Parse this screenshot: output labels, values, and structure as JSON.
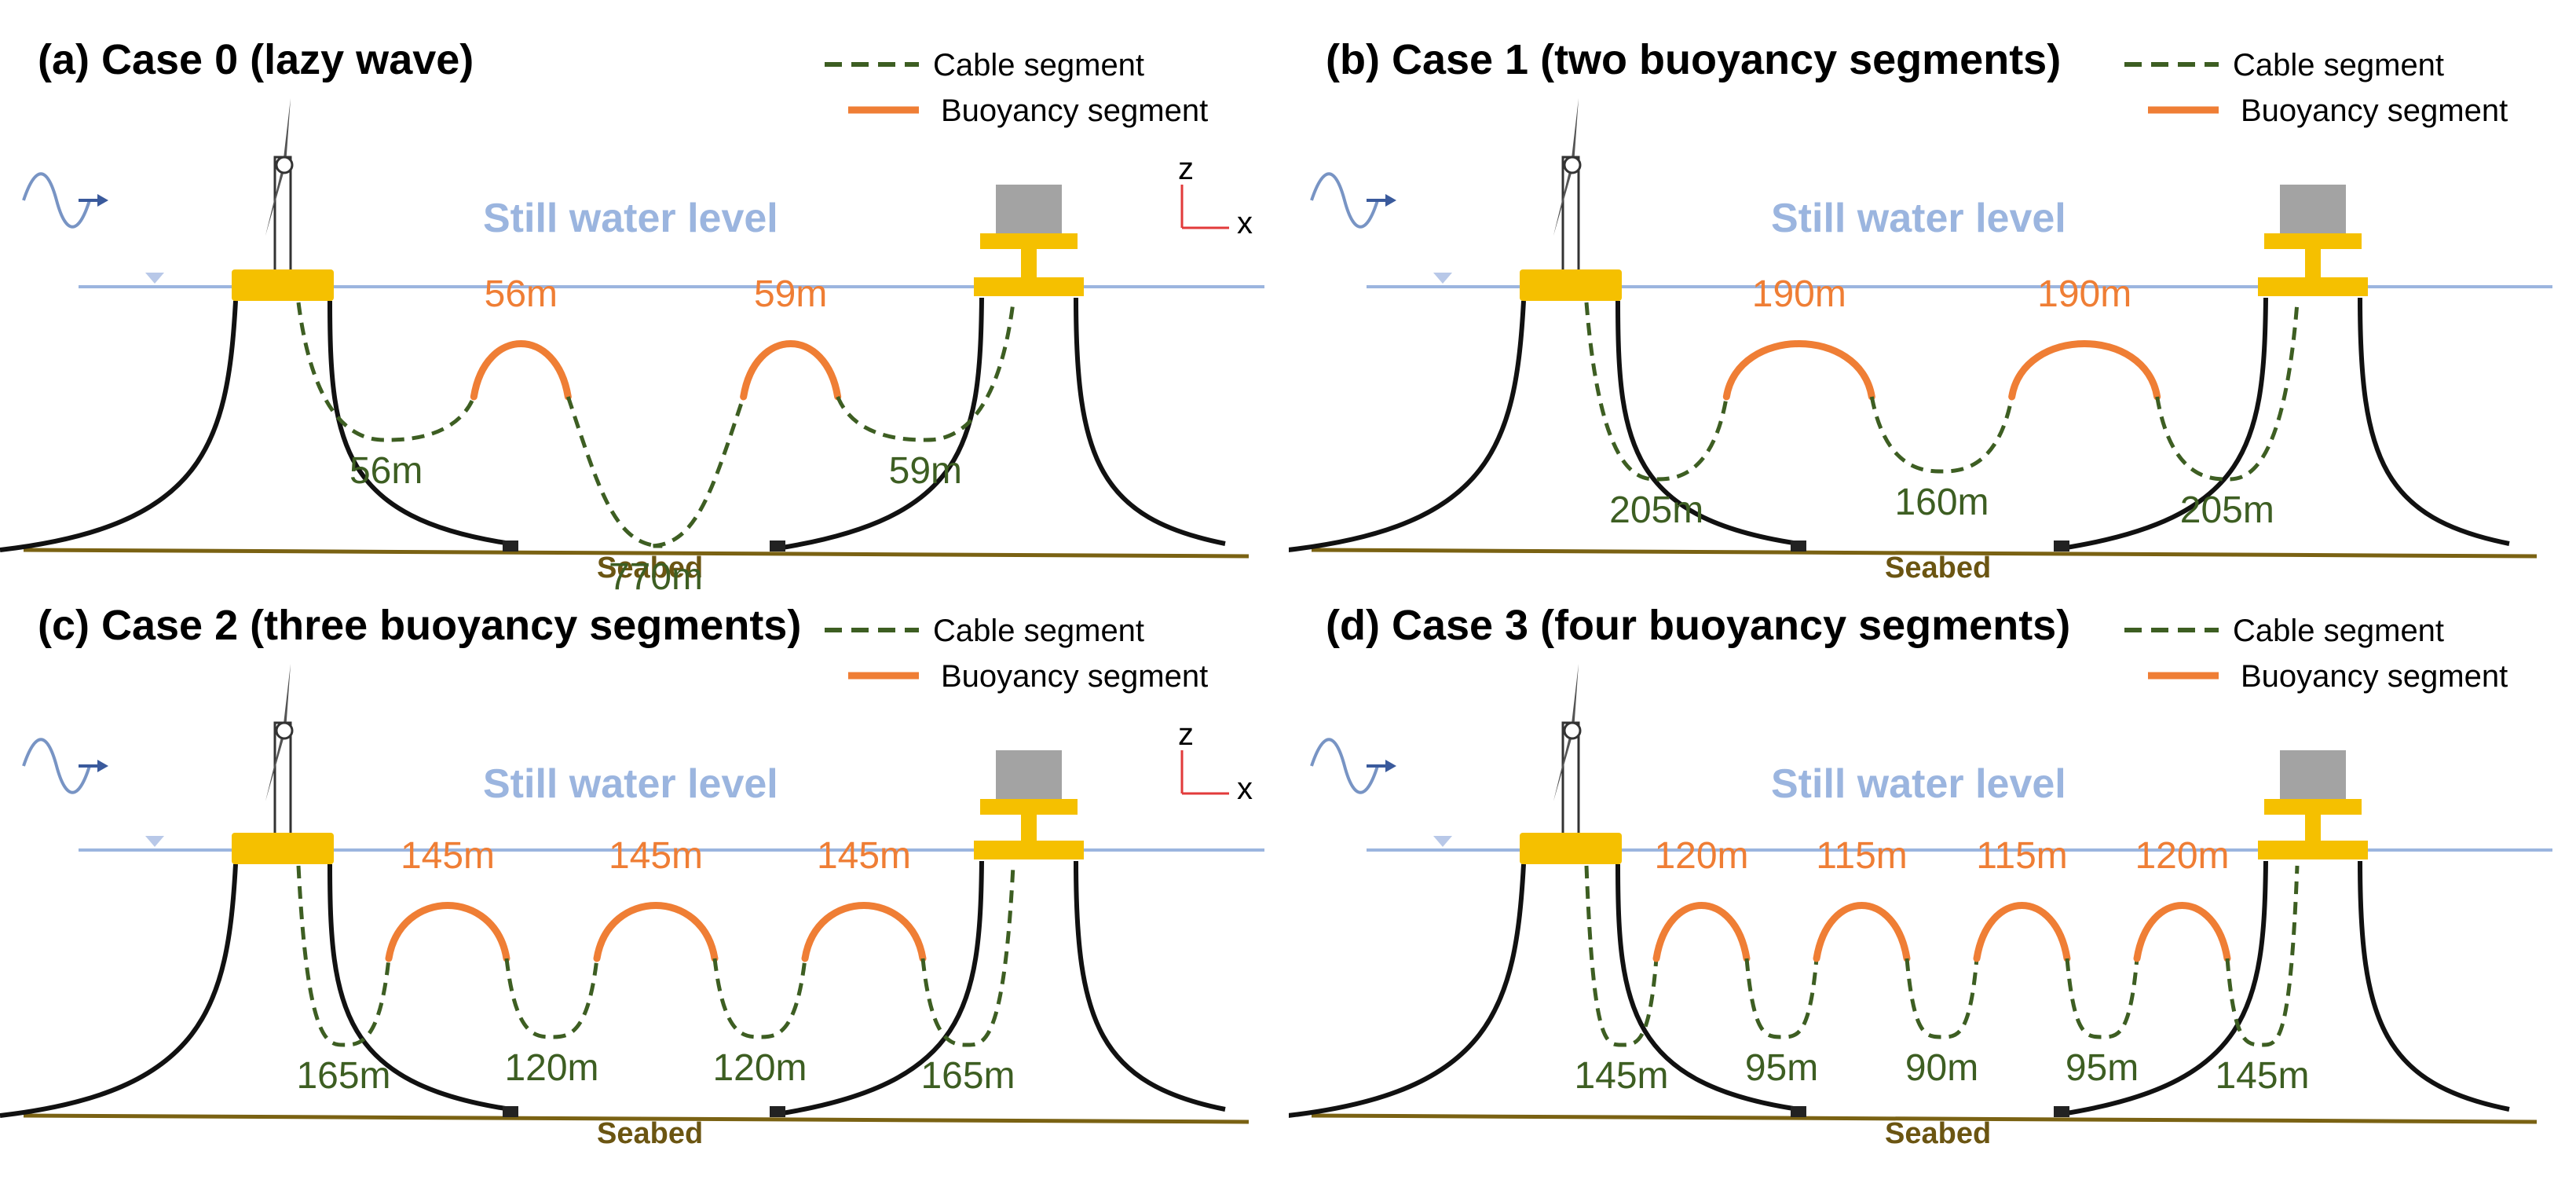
{
  "colors": {
    "cable": "#3d5e22",
    "buoyancy": "#ef7e35",
    "water": "#9bb5df",
    "seabed": "#7a6213",
    "seabed_text": "#6b5512",
    "mooring": "#111111",
    "platform": "#f5c000",
    "wave_icon": "#3a5a9c",
    "substation_box": "#a3a3a3"
  },
  "legend": {
    "cable": "Cable segment",
    "buoyancy": "Buoyancy segment"
  },
  "labels": {
    "still_water": "Still water level",
    "seabed": "Seabed",
    "axis_z": "z",
    "axis_x": "x"
  },
  "panels": [
    {
      "id": "a",
      "title": "(a) Case 0 (lazy wave)",
      "buoy_lengths": [
        "56m",
        "59m"
      ],
      "cable_lengths": [
        "56m",
        "770m",
        "59m"
      ],
      "show_axes": true
    },
    {
      "id": "b",
      "title": "(b) Case 1 (two buoyancy segments)",
      "buoy_lengths": [
        "190m",
        "190m"
      ],
      "cable_lengths": [
        "205m",
        "160m",
        "205m"
      ],
      "show_axes": false
    },
    {
      "id": "c",
      "title": "(c) Case 2 (three buoyancy segments)",
      "buoy_lengths": [
        "145m",
        "145m",
        "145m"
      ],
      "cable_lengths": [
        "165m",
        "120m",
        "120m",
        "165m"
      ],
      "show_axes": true
    },
    {
      "id": "d",
      "title": "(d) Case 3 (four buoyancy segments)",
      "buoy_lengths": [
        "120m",
        "115m",
        "115m",
        "120m"
      ],
      "cable_lengths": [
        "145m",
        "95m",
        "90m",
        "95m",
        "145m"
      ],
      "show_axes": false
    }
  ]
}
